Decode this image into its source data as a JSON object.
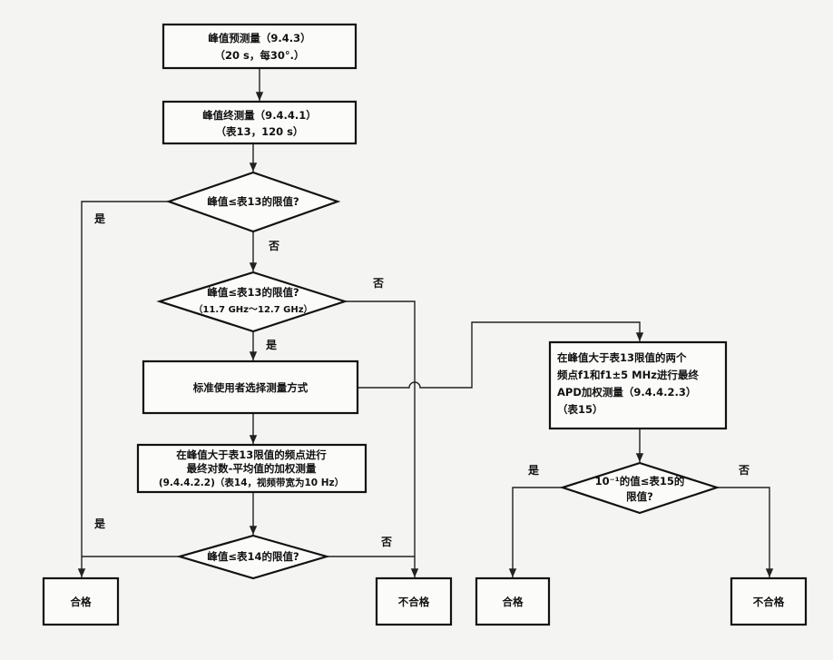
{
  "nodes": {
    "pre_measure": {
      "line1": "峰值预测量（9.4.3）",
      "line2": "（20 s，每30°.）"
    },
    "final_measure": {
      "line1": "峰值终测量（9.4.4.1）",
      "line2": "（表13，120 s）"
    },
    "decision1": {
      "line1": "峰值≤表13的限值?"
    },
    "decision2": {
      "line1": "峰值≤表13的限值?",
      "line2": "（11.7 GHz～12.7 GHz）"
    },
    "select_method": {
      "line1": "标准使用者选择测量方式"
    },
    "log_average": {
      "line1": "在峰值大于表13限值的频点进行",
      "line2": "最终对数-平均值的加权测量",
      "line3": "(9.4.4.2.2)（表14，视频带宽为10 Hz）"
    },
    "decision3": {
      "line1": "峰值≤表14的限值?"
    },
    "apd": {
      "line1": "在峰值大于表13限值的两个",
      "line2": "频点f1和f1±5 MHz进行最终",
      "line3": "APD加权测量（9.4.4.2.3）",
      "line4": "（表15）"
    },
    "decision4": {
      "line1": "10⁻¹的值≤表15的",
      "line2": "限值?"
    },
    "pass_left": {
      "label": "合格"
    },
    "fail_left": {
      "label": "不合格"
    },
    "pass_right": {
      "label": "合格"
    },
    "fail_right": {
      "label": "不合格"
    }
  },
  "edges": {
    "d1_yes": "是",
    "d1_no": "否",
    "d2_yes": "是",
    "d2_no": "否",
    "d3_yes": "是",
    "d3_no": "否",
    "d4_yes": "是",
    "d4_no": "否"
  }
}
